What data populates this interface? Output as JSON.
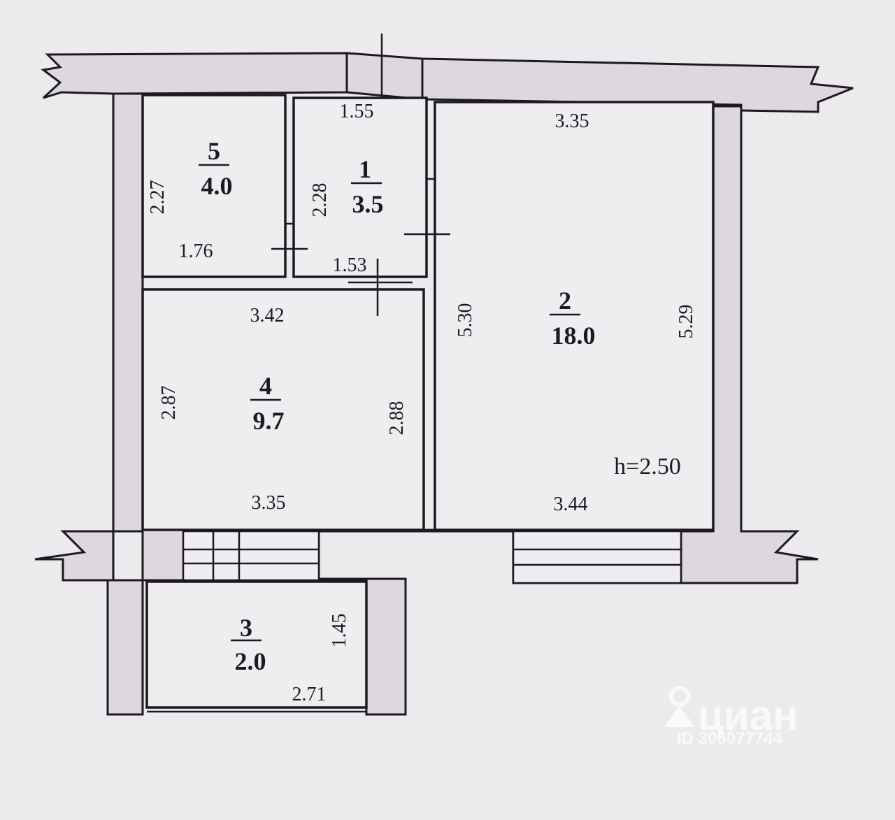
{
  "rooms": [
    {
      "number": "1",
      "area": "3.5"
    },
    {
      "number": "2",
      "area": "18.0"
    },
    {
      "number": "3",
      "area": "2.0"
    },
    {
      "number": "4",
      "area": "9.7"
    },
    {
      "number": "5",
      "area": "4.0"
    }
  ],
  "dimensions": {
    "r5_height": "2.27",
    "r5_width": "1.76",
    "r1_top": "1.55",
    "r1_height": "2.28",
    "r1_bottom": "1.53",
    "r2_top": "3.35",
    "r2_left": "5.30",
    "r2_right": "5.29",
    "r2_bottom": "3.44",
    "r4_top": "3.42",
    "r4_left": "2.87",
    "r4_right": "2.88",
    "r4_bottom": "3.35",
    "r3_height": "1.45",
    "r3_width": "2.71"
  },
  "ceiling_height": "h=2.50",
  "watermark": {
    "brand": "циан",
    "listing_id": "ID 306077744",
    "icon": "location-pin-icon",
    "color": "#ffffff"
  }
}
